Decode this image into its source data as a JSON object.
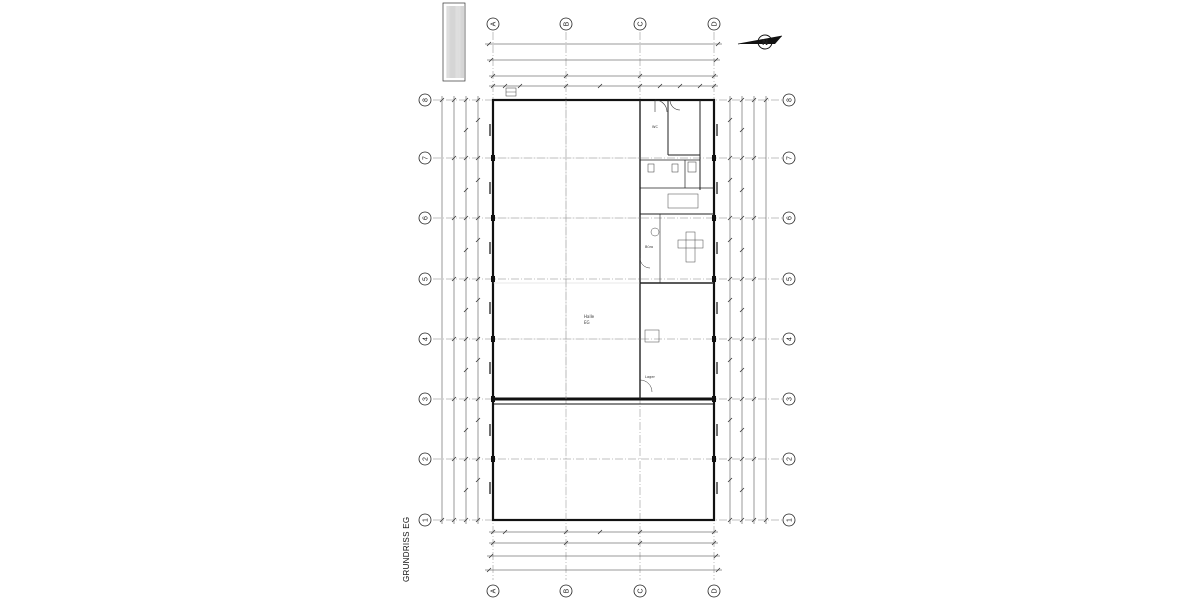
{
  "drawing": {
    "title": "GRUNDRISS EG",
    "north_label": "N"
  },
  "axes": {
    "columns": [
      "A",
      "B",
      "C",
      "D"
    ],
    "rows": [
      "1",
      "2",
      "3",
      "4",
      "5",
      "6",
      "7",
      "8"
    ]
  },
  "rooms": {
    "hall": {
      "name": "Halle",
      "code": "EG"
    },
    "office": {
      "name": "Büro"
    },
    "wc": {
      "name": "WC"
    },
    "storage": {
      "name": "Lager"
    }
  },
  "notes": {
    "box_lines": [
      "",
      "",
      "",
      "",
      "",
      "",
      "",
      "",
      "",
      "",
      "",
      "",
      "",
      "",
      "",
      ""
    ]
  }
}
